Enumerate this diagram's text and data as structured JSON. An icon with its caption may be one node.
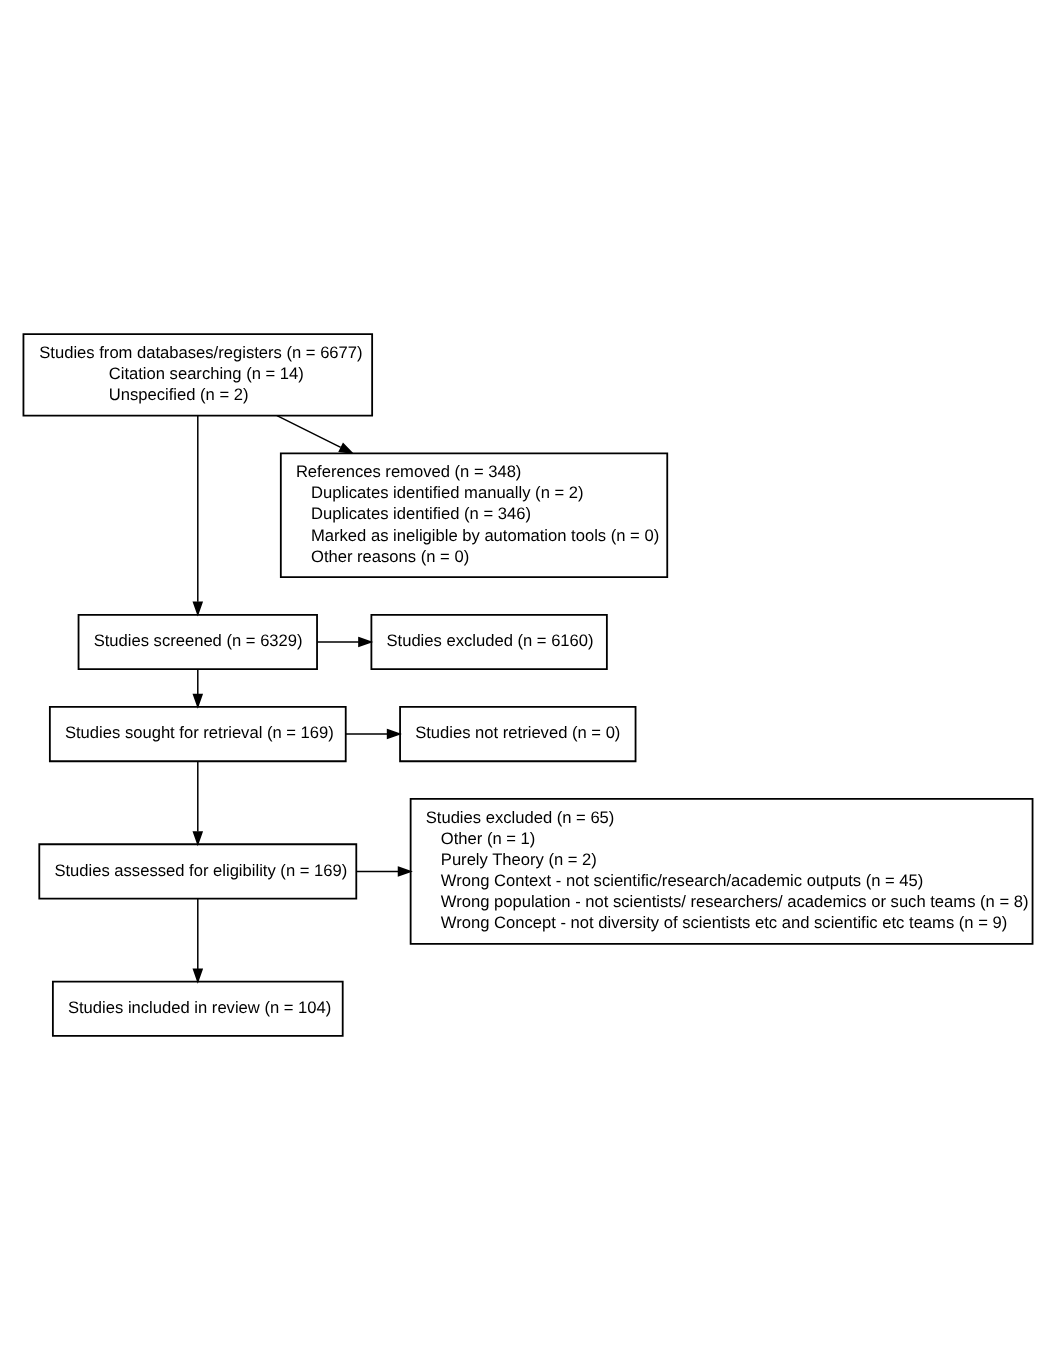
{
  "diagram": {
    "nodes": [
      {
        "text": [
          "Studies from databases/registers (n = 6677)",
          "Citation searching (n = 14)",
          "Unspecified (n = 2)"
        ]
      },
      {
        "text": [
          "References removed (n = 348)",
          "Duplicates identified manually (n = 2)",
          "Duplicates identified (n = 346)",
          "Marked as ineligible by automation tools (n = 0)",
          "Other reasons (n = 0)"
        ]
      },
      {
        "text": [
          "Studies screened (n = 6329)"
        ]
      },
      {
        "text": [
          "Studies excluded (n = 6160)"
        ]
      },
      {
        "text": [
          "Studies sought for retrieval (n = 169)"
        ]
      },
      {
        "text": [
          "Studies not retrieved (n = 0)"
        ]
      },
      {
        "text": [
          "Studies assessed for eligibility (n = 169)"
        ]
      },
      {
        "text": [
          "Studies excluded (n = 65)",
          "Other (n = 1)",
          "Purely Theory (n = 2)",
          "Wrong Context - not scientific/research/academic outputs (n = 45)",
          "Wrong population - not scientists/ researchers/ academics or such teams (n = 8)",
          "Wrong Concept - not diversity of scientists etc and scientific etc teams (n = 9)"
        ]
      },
      {
        "text": [
          "Studies included in review (n = 104)"
        ]
      }
    ],
    "edges": [
      {
        "from": 0,
        "to": 1,
        "arrow": "to"
      },
      {
        "from": 0,
        "to": 2,
        "arrow": "to"
      },
      {
        "from": 2,
        "to": 3,
        "arrow": "to"
      },
      {
        "from": 2,
        "to": 4,
        "arrow": "to"
      },
      {
        "from": 4,
        "to": 5,
        "arrow": "to"
      },
      {
        "from": 4,
        "to": 6,
        "arrow": "to"
      },
      {
        "from": 6,
        "to": 7,
        "arrow": "to"
      },
      {
        "from": 6,
        "to": 8,
        "arrow": "to"
      }
    ]
  }
}
